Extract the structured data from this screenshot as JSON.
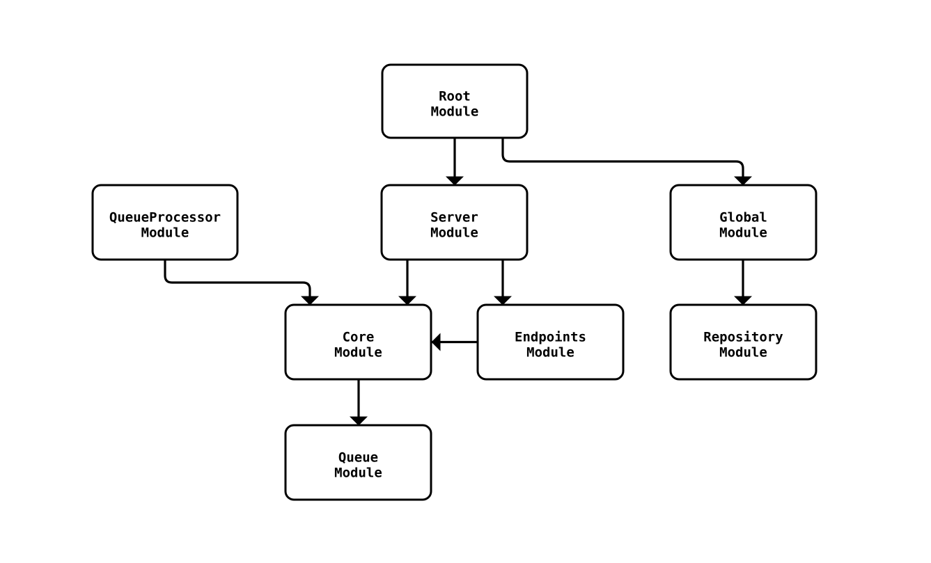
{
  "diagram": {
    "type": "module-dependency-flowchart",
    "background_color": "#ffffff",
    "node_fill_color": "#ffffff",
    "line_color": "#000000",
    "text_color": "#000000",
    "nodes": [
      {
        "id": "root-module",
        "line1": "Root",
        "line2": "Module"
      },
      {
        "id": "queueprocessor-module",
        "line1": "QueueProcessor",
        "line2": "Module"
      },
      {
        "id": "server-module",
        "line1": "Server",
        "line2": "Module"
      },
      {
        "id": "global-module",
        "line1": "Global",
        "line2": "Module"
      },
      {
        "id": "core-module",
        "line1": "Core",
        "line2": "Module"
      },
      {
        "id": "endpoints-module",
        "line1": "Endpoints",
        "line2": "Module"
      },
      {
        "id": "repository-module",
        "line1": "Repository",
        "line2": "Module"
      },
      {
        "id": "queue-module",
        "line1": "Queue",
        "line2": "Module"
      }
    ],
    "edges": [
      {
        "from": "Root Module",
        "to": "Server Module"
      },
      {
        "from": "Root Module",
        "to": "Global Module"
      },
      {
        "from": "QueueProcessor Module",
        "to": "Core Module"
      },
      {
        "from": "Server Module",
        "to": "Core Module"
      },
      {
        "from": "Server Module",
        "to": "Endpoints Module"
      },
      {
        "from": "Endpoints Module",
        "to": "Core Module"
      },
      {
        "from": "Global Module",
        "to": "Repository Module"
      },
      {
        "from": "Core Module",
        "to": "Queue Module"
      }
    ]
  }
}
